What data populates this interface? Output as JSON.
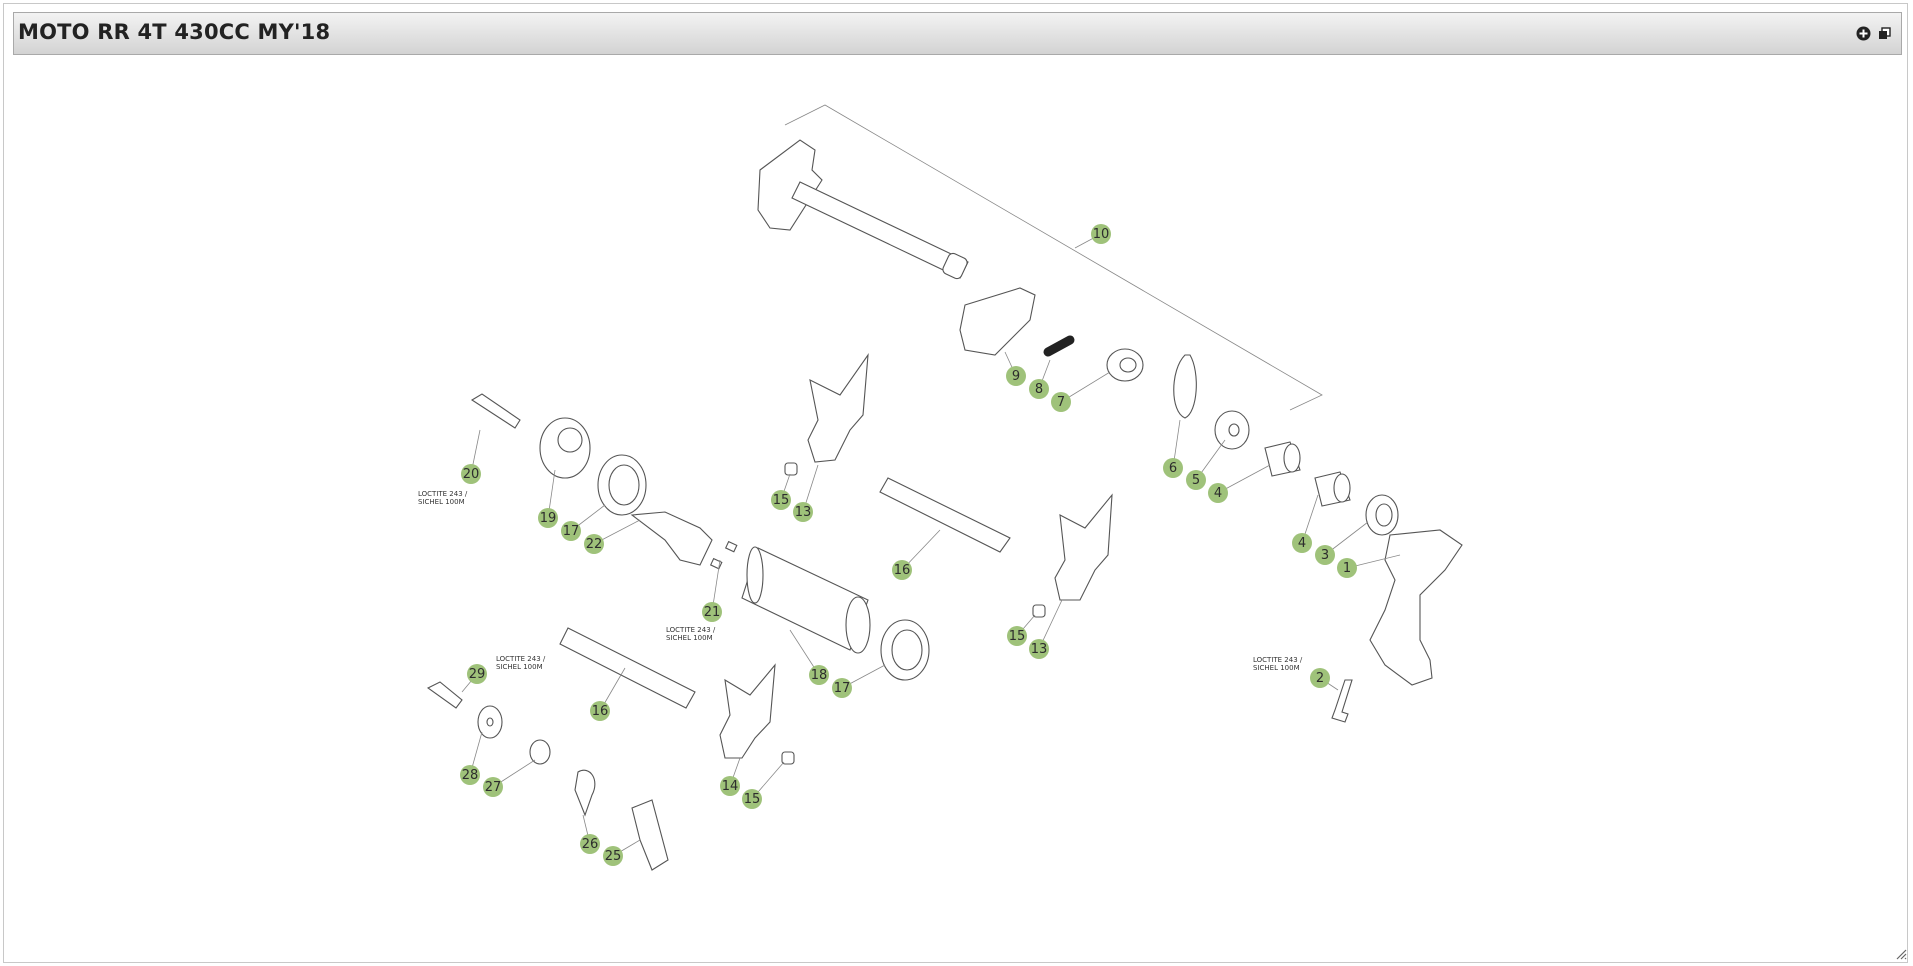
{
  "window": {
    "title": "MOTO RR 4T 430CC MY'18"
  },
  "toolbar": {
    "icons": [
      "plus-circle-icon",
      "window-restore-icon"
    ]
  },
  "colors": {
    "callout_fill": "#9fc27a",
    "titlebar_top": "#f3f3f3",
    "titlebar_bottom": "#d3d3d3"
  },
  "callouts": [
    {
      "id": "c10",
      "label": "10"
    },
    {
      "id": "c9",
      "label": "9"
    },
    {
      "id": "c8",
      "label": "8"
    },
    {
      "id": "c7",
      "label": "7"
    },
    {
      "id": "c6",
      "label": "6"
    },
    {
      "id": "c5",
      "label": "5"
    },
    {
      "id": "c4a",
      "label": "4"
    },
    {
      "id": "c4b",
      "label": "4"
    },
    {
      "id": "c3",
      "label": "3"
    },
    {
      "id": "c1",
      "label": "1"
    },
    {
      "id": "c20",
      "label": "20"
    },
    {
      "id": "c19",
      "label": "19"
    },
    {
      "id": "c17a",
      "label": "17"
    },
    {
      "id": "c22",
      "label": "22"
    },
    {
      "id": "c15a",
      "label": "15"
    },
    {
      "id": "c13a",
      "label": "13"
    },
    {
      "id": "c16a",
      "label": "16"
    },
    {
      "id": "c21",
      "label": "21"
    },
    {
      "id": "c18",
      "label": "18"
    },
    {
      "id": "c17b",
      "label": "17"
    },
    {
      "id": "c15b",
      "label": "15"
    },
    {
      "id": "c13b",
      "label": "13"
    },
    {
      "id": "c2",
      "label": "2"
    },
    {
      "id": "c29",
      "label": "29"
    },
    {
      "id": "c16b",
      "label": "16"
    },
    {
      "id": "c28",
      "label": "28"
    },
    {
      "id": "c27",
      "label": "27"
    },
    {
      "id": "c14",
      "label": "14"
    },
    {
      "id": "c15c",
      "label": "15"
    },
    {
      "id": "c26",
      "label": "26"
    },
    {
      "id": "c25",
      "label": "25"
    }
  ],
  "notes": {
    "n20": {
      "line1": "LOCTITE 243 /",
      "line2": "SICHEL 100M"
    },
    "n21": {
      "line1": "LOCTITE 243 /",
      "line2": "SICHEL 100M"
    },
    "n29": {
      "line1": "LOCTITE 243 /",
      "line2": "SICHEL 100M"
    },
    "n2": {
      "line1": "LOCTITE 243 /",
      "line2": "SICHEL 100M"
    }
  }
}
